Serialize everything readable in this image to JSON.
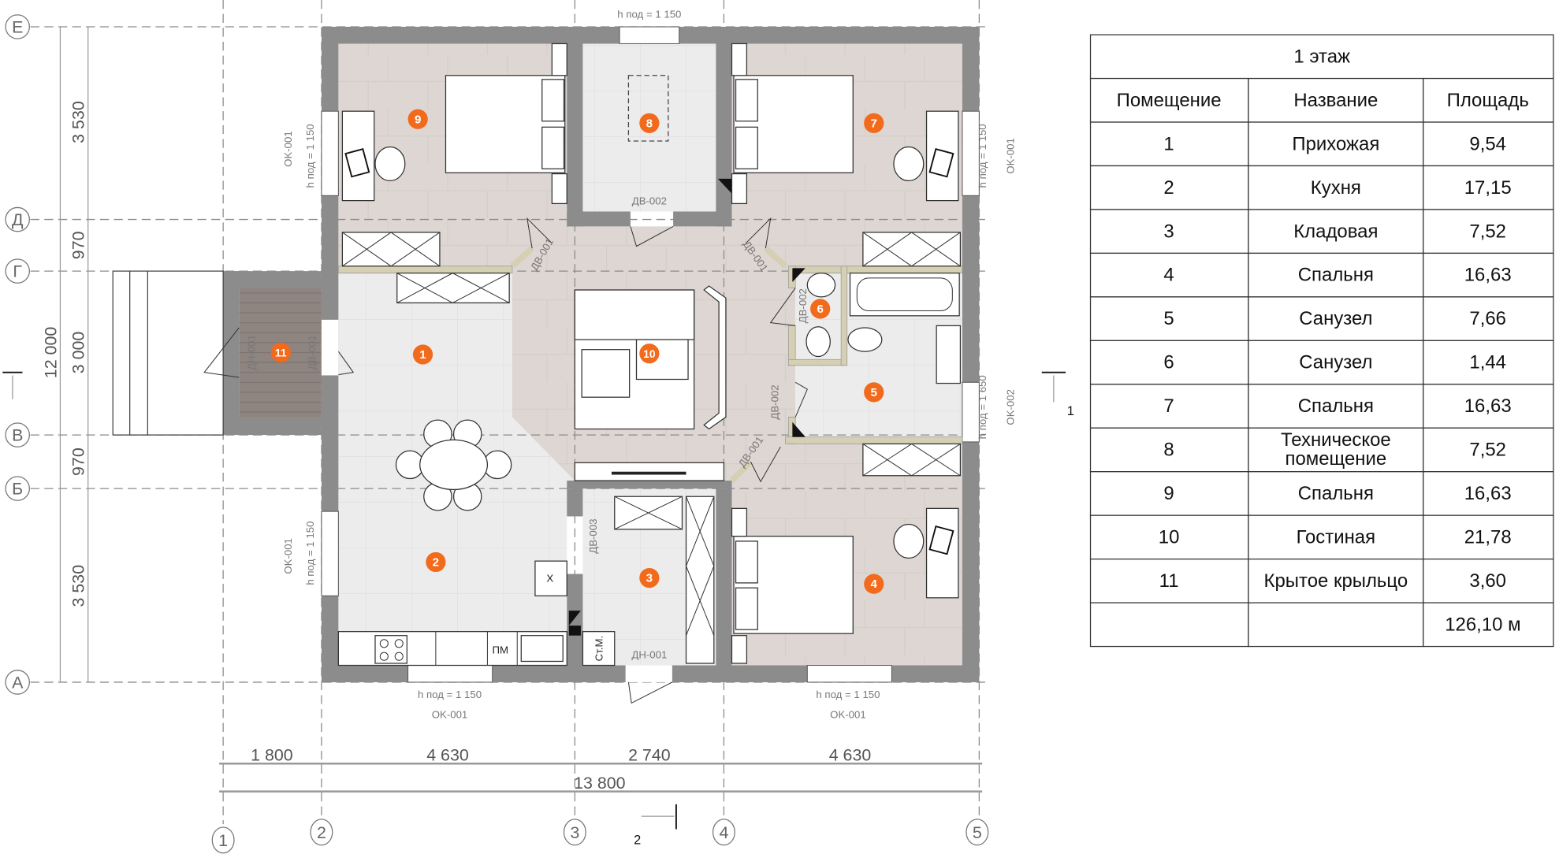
{
  "plan": {
    "grid_rows": [
      "Е",
      "Д",
      "Г",
      "В",
      "Б",
      "А"
    ],
    "grid_cols": [
      "1",
      "2",
      "3",
      "4",
      "5"
    ],
    "dims_left": [
      "3 530",
      "970",
      "3 000",
      "970",
      "3 530"
    ],
    "dim_left_total": "12 000",
    "dims_bottom": [
      "1 800",
      "4 630",
      "2 740",
      "4 630"
    ],
    "dim_bottom_total": "13 800",
    "section_marks": [
      "1",
      "2"
    ],
    "labels": {
      "top_sill": "h под = 1 150",
      "left_top_window": "OK-001",
      "left_top_sill": "h под = 1 150",
      "right_top_sill": "h под = 1 150",
      "right_top_window": "OK-001",
      "left_bottom_window": "OK-001",
      "left_bottom_sill": "h под = 1 150",
      "right_bottom_sill": "h под = 1 650",
      "right_bottom_window": "OK-002",
      "bottom_left_sill": "h под = 1 150",
      "bottom_left_window": "OK-001",
      "bottom_right_sill": "h под = 1 150",
      "bottom_right_window": "OK-001",
      "door_tech": "ДВ-002",
      "door_bed9": "ДВ-001",
      "door_bed7": "ДВ-001",
      "door_wc6": "ДВ-002",
      "door_bath5": "ДВ-002",
      "door_bed4": "ДВ-001",
      "door_storage": "ДВ-003",
      "door_entry_bottom": "ДН-001",
      "door_porch": "ДН-001",
      "door_hall": "ДВ-001",
      "washer": "Ст.М.",
      "dishwasher": "ПМ",
      "fridge": "X"
    },
    "room_markers": [
      "1",
      "2",
      "3",
      "4",
      "5",
      "6",
      "7",
      "8",
      "9",
      "10",
      "11"
    ]
  },
  "table": {
    "title": "1 этаж",
    "headers": [
      "Помещение",
      "Название",
      "Площадь"
    ],
    "rows": [
      [
        "1",
        "Прихожая",
        "9,54"
      ],
      [
        "2",
        "Кухня",
        "17,15"
      ],
      [
        "3",
        "Кладовая",
        "7,52"
      ],
      [
        "4",
        "Спальня",
        "16,63"
      ],
      [
        "5",
        "Санузел",
        "7,66"
      ],
      [
        "6",
        "Санузел",
        "1,44"
      ],
      [
        "7",
        "Спальня",
        "16,63"
      ],
      [
        "8",
        "Техническое помещение",
        "7,52"
      ],
      [
        "9",
        "Спальня",
        "16,63"
      ],
      [
        "10",
        "Гостиная",
        "21,78"
      ],
      [
        "11",
        "Крытое крыльцо",
        "3,60"
      ]
    ],
    "row8_name_lines": [
      "Техническое",
      "помещение"
    ],
    "total": "126,10 м"
  },
  "colors": {
    "marker": "#f26a1b",
    "wall": "#8c8c8c",
    "partition": "#d5cfb3",
    "wood": "#ddd6d1",
    "tile": "#ebebeb",
    "porch": "#8e8480"
  }
}
